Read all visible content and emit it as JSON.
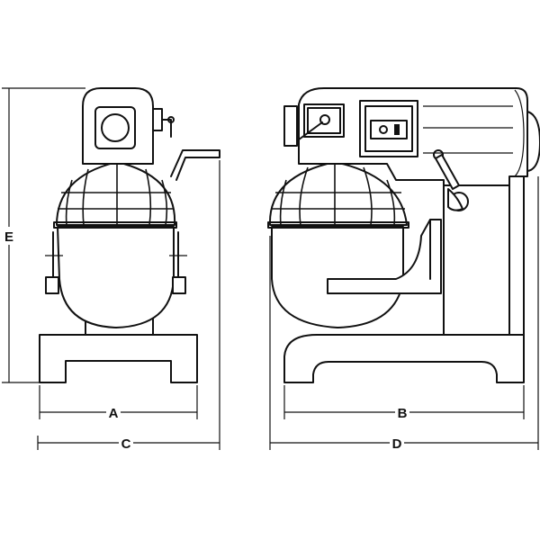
{
  "dimension_labels": {
    "a": "A",
    "b": "B",
    "c": "C",
    "d": "D",
    "e": "E"
  },
  "colors": {
    "line": "#111111",
    "background": "#ffffff"
  }
}
